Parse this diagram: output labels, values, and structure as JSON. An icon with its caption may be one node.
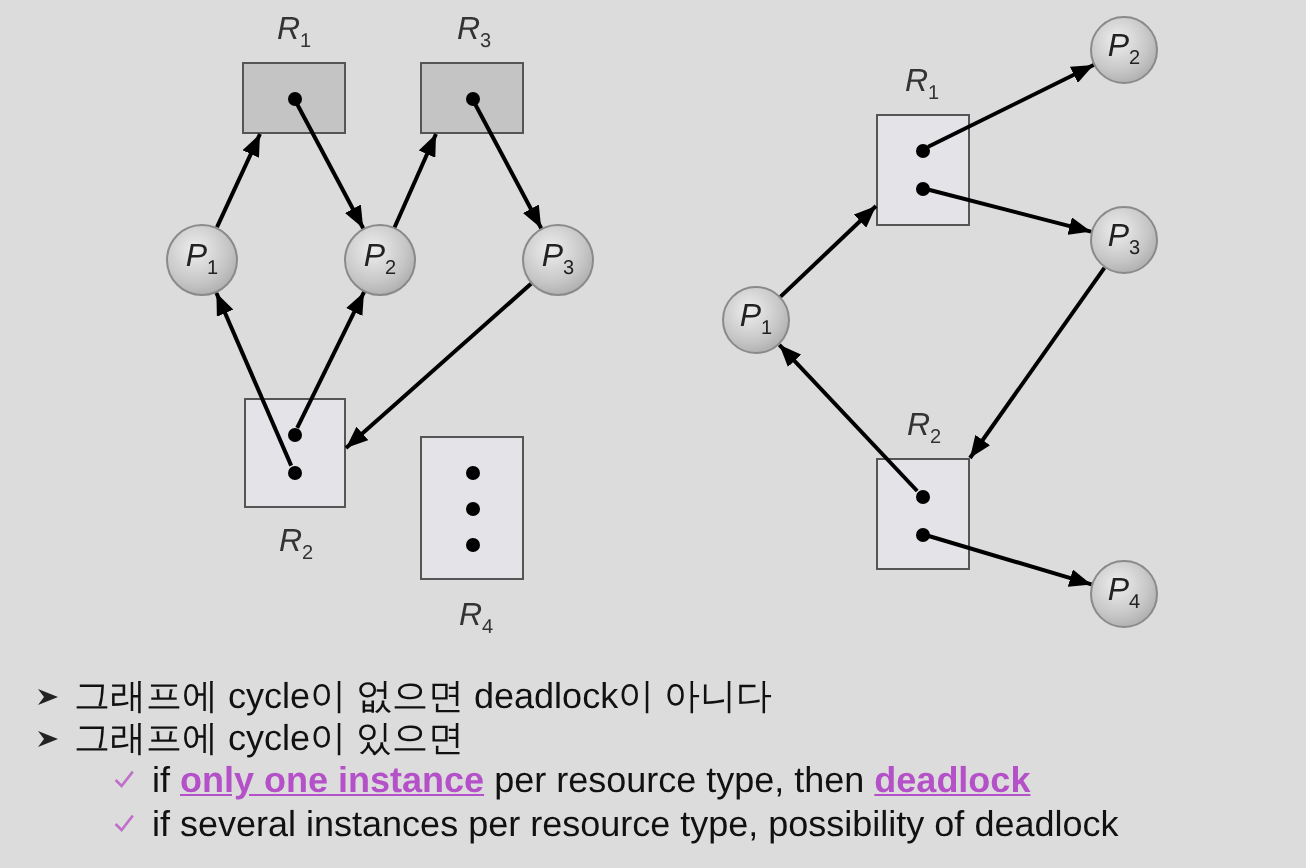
{
  "diagram": {
    "nodes": [
      {
        "text": [
          "R$_{1}$"
        ]
      },
      {
        "text": [],
        "shape": "circle",
        "in": 0
      },
      {
        "text": [
          "R$_{3}$"
        ]
      },
      {
        "text": [],
        "shape": "circle",
        "in": 2
      },
      {
        "text": [
          "P$_{1}$"
        ]
      },
      {
        "text": [
          "P$_{2}$"
        ]
      },
      {
        "text": [
          "P$_{3}$"
        ]
      },
      {
        "text": [
          "R$_{2}$"
        ]
      },
      {
        "text": [],
        "shape": "circle",
        "in": 7
      },
      {
        "text": [],
        "shape": "circle",
        "in": 7
      },
      {
        "text": [
          "R$_{4}$"
        ]
      },
      {
        "text": [],
        "shape": "circle",
        "in": 10
      },
      {
        "text": [],
        "shape": "circle",
        "in": 10
      },
      {
        "text": [],
        "shape": "circle",
        "in": 10
      },
      {
        "text": [
          "R$_{1}$"
        ]
      },
      {
        "text": [],
        "shape": "circle",
        "in": 14
      },
      {
        "text": [],
        "shape": "circle",
        "in": 14
      },
      {
        "text": [
          "P$_{2}$"
        ]
      },
      {
        "text": [
          "P$_{3}$"
        ]
      },
      {
        "text": [
          "P$_{1}$"
        ]
      },
      {
        "text": [
          "R$_{2}$"
        ]
      },
      {
        "text": [],
        "shape": "circle",
        "in": 20
      },
      {
        "text": [],
        "shape": "circle",
        "in": 20
      },
      {
        "text": [
          "P$_{4}$"
        ]
      }
    ],
    "edges": [
      {
        "from": 4,
        "to": 0,
        "arrow": "to"
      },
      {
        "from": 1,
        "to": 5,
        "arrow": "to"
      },
      {
        "from": 5,
        "to": 2,
        "arrow": "to"
      },
      {
        "from": 3,
        "to": 6,
        "arrow": "to"
      },
      {
        "from": 6,
        "to": 7,
        "arrow": "to"
      },
      {
        "from": 9,
        "to": 4,
        "arrow": "to"
      },
      {
        "from": 8,
        "to": 5,
        "arrow": "to"
      },
      {
        "from": 19,
        "to": 14,
        "arrow": "to"
      },
      {
        "from": 15,
        "to": 17,
        "arrow": "to"
      },
      {
        "from": 16,
        "to": 18,
        "arrow": "to"
      },
      {
        "from": 18,
        "to": 20,
        "arrow": "to"
      },
      {
        "from": 21,
        "to": 19,
        "arrow": "to"
      },
      {
        "from": 22,
        "to": 23,
        "arrow": "to"
      }
    ],
    "labels": [
      "그래프에 cycle이 없으면 deadlock이 아니다",
      "그래프에 cycle이 있으면",
      "if **only one instance** per resource type, then **deadlock**",
      "if several instances per resource type, possibility of deadlock"
    ]
  }
}
